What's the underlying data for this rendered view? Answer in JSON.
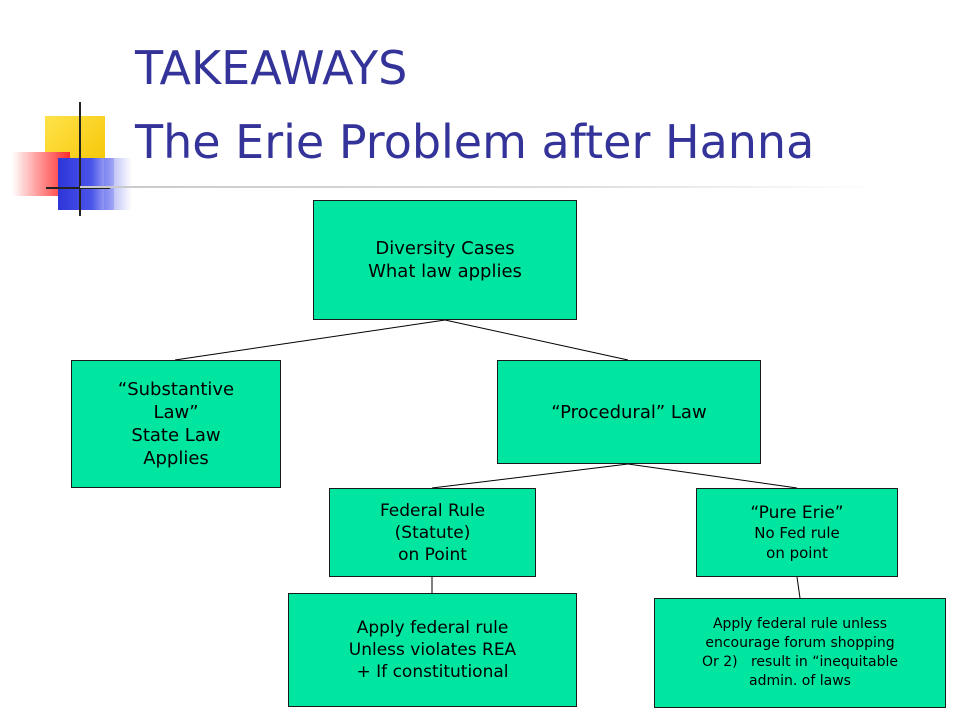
{
  "title": {
    "line1": "TAKEAWAYS",
    "line2": "The Erie Problem after Hanna"
  },
  "colors": {
    "title": "#333399",
    "box_fill": "#00E6A0",
    "box_border": "#1A1A1A",
    "connector": "#000000"
  },
  "nodes": {
    "diversity": {
      "line1": "Diversity Cases",
      "line2": "What law applies"
    },
    "substantive": {
      "line1": "“Substantive",
      "line2": "Law”",
      "line3": "State Law",
      "line4": "Applies"
    },
    "procedural": {
      "line1": "“Procedural” Law"
    },
    "federal_rule": {
      "line1": "Federal Rule",
      "line2": "(Statute)",
      "line3": "on Point"
    },
    "pure_erie": {
      "line1": "“Pure Erie”",
      "line2": "No Fed rule",
      "line3": "on point"
    },
    "apply_federal": {
      "line1": "Apply federal rule",
      "line2": "Unless violates REA",
      "line3": "+ If constitutional"
    },
    "apply_unless": {
      "line1": "Apply federal rule unless",
      "line2": "encourage forum shopping",
      "line3": "Or 2)   result in “inequitable",
      "line4": "admin. of laws"
    }
  },
  "edges": [
    {
      "from": "diversity",
      "to": "substantive"
    },
    {
      "from": "diversity",
      "to": "procedural"
    },
    {
      "from": "procedural",
      "to": "federal_rule"
    },
    {
      "from": "procedural",
      "to": "pure_erie"
    },
    {
      "from": "federal_rule",
      "to": "apply_federal"
    },
    {
      "from": "pure_erie",
      "to": "apply_unless"
    }
  ]
}
